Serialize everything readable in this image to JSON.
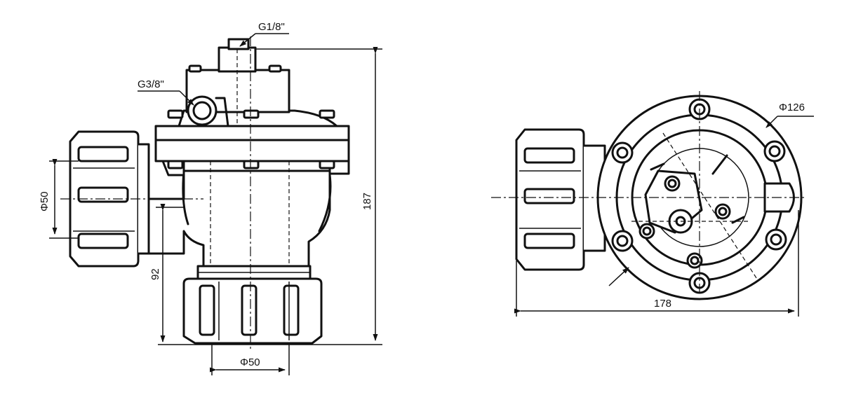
{
  "front_view": {
    "labels": {
      "pilot_port": "G1/8\"",
      "side_port": "G3/8\"",
      "inlet_diameter": "Φ50",
      "outlet_diameter": "Φ50",
      "total_height": "187",
      "outlet_height": "92"
    }
  },
  "top_view": {
    "labels": {
      "body_diameter": "Φ126",
      "total_length": "178"
    }
  }
}
